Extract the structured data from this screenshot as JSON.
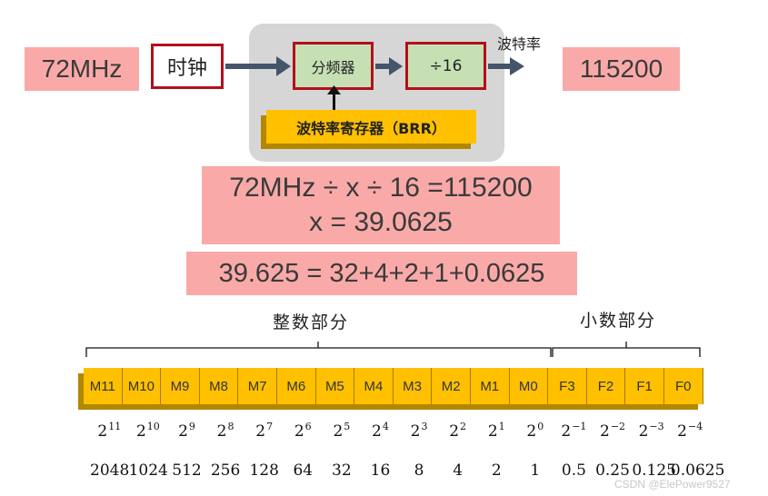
{
  "top": {
    "input_freq": "72MHz",
    "clock_label": "时钟",
    "divider_label": "分频器",
    "div16_label": "÷16",
    "baud_label": "波特率",
    "output_baud": "115200",
    "brr_label": "波特率寄存器（BRR）"
  },
  "equations": {
    "line1": "72MHz ÷ x ÷ 16 =115200",
    "line2": "x = 39.0625",
    "decomp": "39.625 = 32+4+2+1+0.0625"
  },
  "register": {
    "integer_label": "整数部分",
    "fraction_label": "小数部分",
    "bits": [
      "M11",
      "M10",
      "M9",
      "M8",
      "M7",
      "M6",
      "M5",
      "M4",
      "M3",
      "M2",
      "M1",
      "M0",
      "F3",
      "F2",
      "F1",
      "F0"
    ],
    "exponents": [
      "11",
      "10",
      "9",
      "8",
      "7",
      "6",
      "5",
      "4",
      "3",
      "2",
      "1",
      "0",
      "−1",
      "−2",
      "−3",
      "−4"
    ],
    "power_base": "2",
    "weights": [
      "2048",
      "1024",
      "512",
      "256",
      "128",
      "64",
      "32",
      "16",
      "8",
      "4",
      "2",
      "1",
      "0.5",
      "0.25",
      "0.125",
      "0.0625"
    ]
  },
  "watermark": "CSDN @ElePower9527",
  "colors": {
    "pink": "#f9aaa8",
    "red_border": "#b3101b",
    "green_fill": "#c6e0b4",
    "gold_fill": "#ffc000",
    "arrow": "#44546a",
    "gray_panel": "#d6d6d6"
  }
}
